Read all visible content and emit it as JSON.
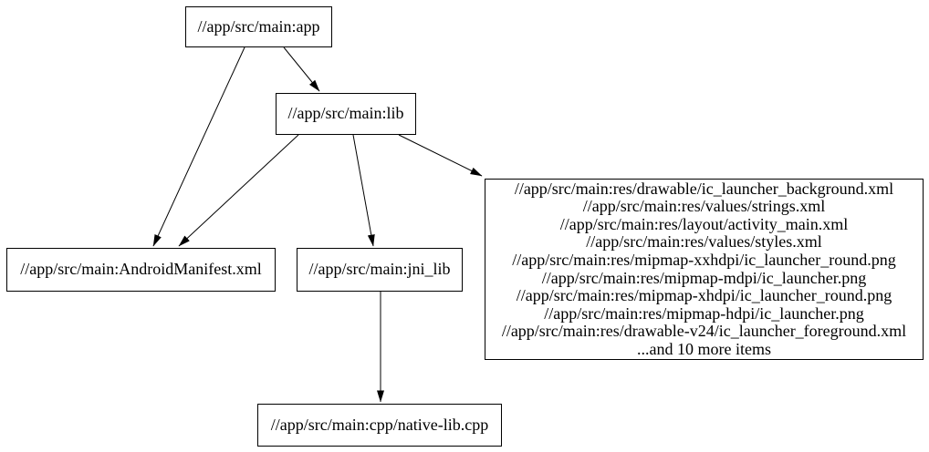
{
  "graph": {
    "background_color": "#ffffff",
    "node_border_color": "#000000",
    "edge_color": "#000000",
    "text_color": "#000000",
    "nodes": {
      "app": {
        "label": "//app/src/main:app"
      },
      "lib": {
        "label": "//app/src/main:lib"
      },
      "android_manifest": {
        "label": "//app/src/main:AndroidManifest.xml"
      },
      "jni_lib": {
        "label": "//app/src/main:jni_lib"
      },
      "res_group": {
        "lines": [
          "//app/src/main:res/drawable/ic_launcher_background.xml",
          "//app/src/main:res/values/strings.xml",
          "//app/src/main:res/layout/activity_main.xml",
          "//app/src/main:res/values/styles.xml",
          "//app/src/main:res/mipmap-xxhdpi/ic_launcher_round.png",
          "//app/src/main:res/mipmap-mdpi/ic_launcher.png",
          "//app/src/main:res/mipmap-xhdpi/ic_launcher_round.png",
          "//app/src/main:res/mipmap-hdpi/ic_launcher.png",
          "//app/src/main:res/drawable-v24/ic_launcher_foreground.xml",
          "...and 10 more items"
        ]
      },
      "native_lib": {
        "label": "//app/src/main:cpp/native-lib.cpp"
      }
    },
    "edges": [
      {
        "from": "//app/src/main:app",
        "to": "//app/src/main:lib"
      },
      {
        "from": "//app/src/main:app",
        "to": "//app/src/main:AndroidManifest.xml"
      },
      {
        "from": "//app/src/main:lib",
        "to": "//app/src/main:AndroidManifest.xml"
      },
      {
        "from": "//app/src/main:lib",
        "to": "//app/src/main:jni_lib"
      },
      {
        "from": "//app/src/main:lib",
        "to": "res_group"
      },
      {
        "from": "//app/src/main:jni_lib",
        "to": "//app/src/main:cpp/native-lib.cpp"
      }
    ]
  }
}
